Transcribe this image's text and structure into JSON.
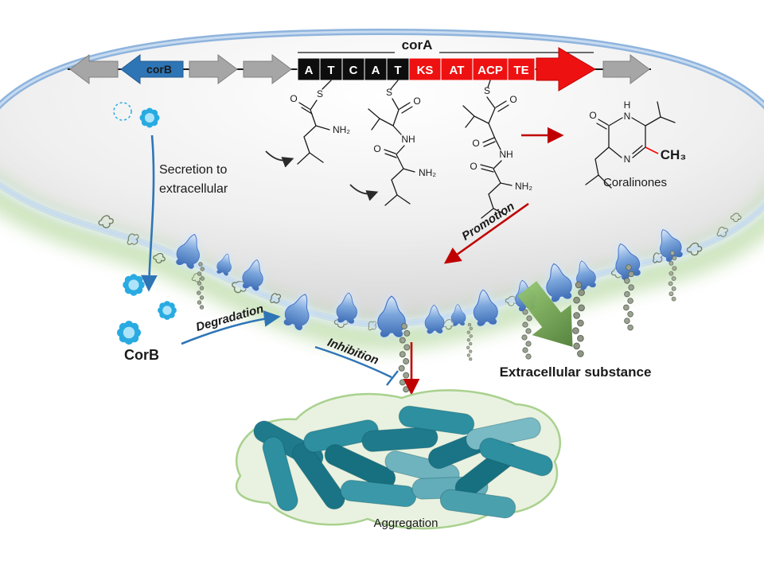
{
  "gene_cluster": {
    "cora_label": "corA",
    "corb_label": "corB",
    "nrps_domains": [
      "A",
      "T",
      "C",
      "A",
      "T"
    ],
    "pks_domains": [
      "KS",
      "AT",
      "ACP",
      "TE"
    ]
  },
  "chemistry": {
    "s1_atoms": [
      "S",
      "O",
      "NH₂"
    ],
    "s2_atoms": [
      "S",
      "O",
      "NH",
      "O",
      "NH₂"
    ],
    "s3_atoms": [
      "S",
      "O",
      "O",
      "NH",
      "O",
      "NH₂"
    ],
    "product_atoms": [
      "H",
      "N",
      "N",
      "O"
    ],
    "product_ch3": "CH₃",
    "product_name": "Coralinones"
  },
  "annotations": {
    "secretion_line1": "Secretion to",
    "secretion_line2": "extracellular",
    "corb_protein_label": "CorB",
    "degradation": "Degradation",
    "inhibition": "Inhibition",
    "promotion": "Promotion",
    "extracellular_substance": "Extracellular substance",
    "aggregation": "Aggregation"
  },
  "colors": {
    "accent_blue": "#2e75b6",
    "gene_red": "#ee1111",
    "dark_red": "#c00000",
    "cyan_protein": "#29abe2",
    "membrane_blue": "#8fb4dd",
    "matrix_green": "#a9d18e",
    "arrow_green": "#538135",
    "teal_bacteria": "#1f7a8c"
  }
}
